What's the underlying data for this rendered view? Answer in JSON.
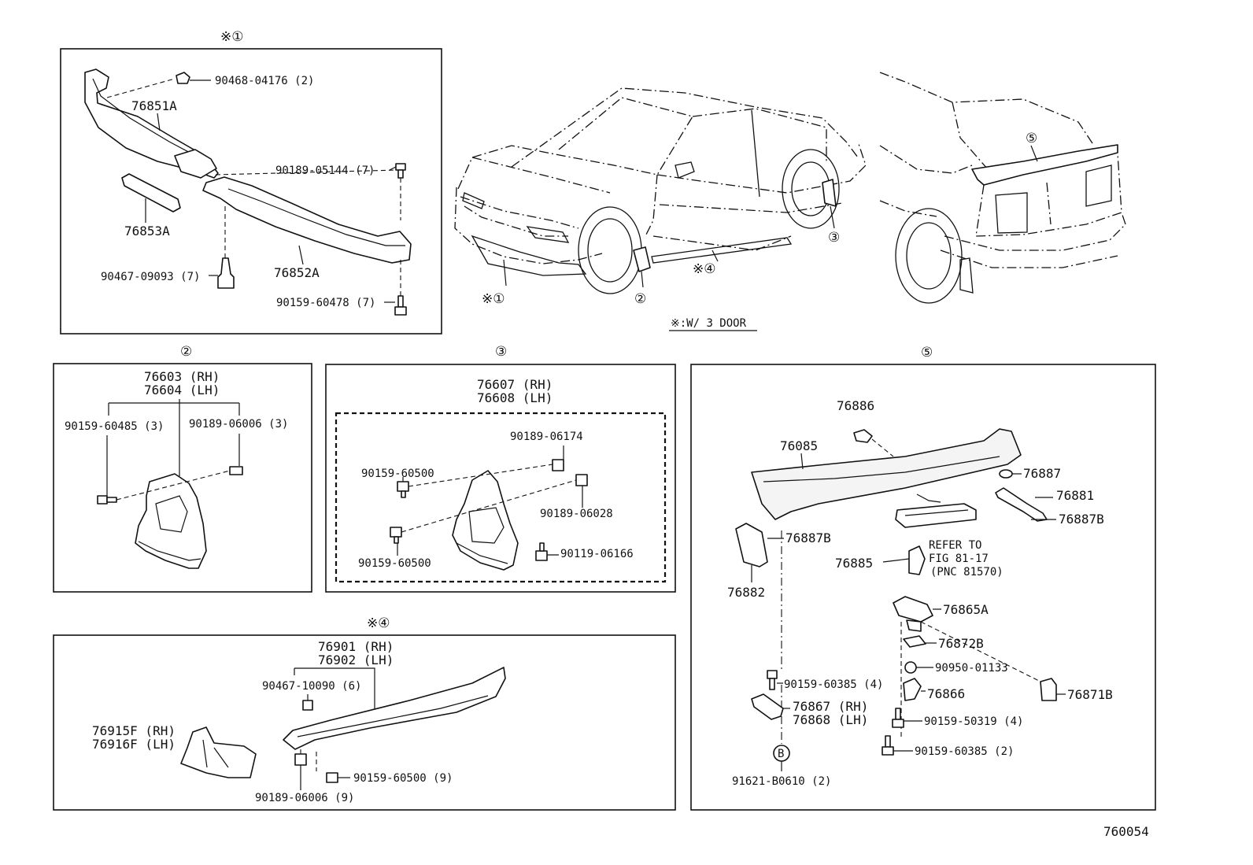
{
  "callouts": {
    "c1": "※①",
    "c2": "②",
    "c3": "③",
    "c4": "※④",
    "c5": "⑤",
    "car_c1": "※①",
    "car_c2": "②",
    "car_c3": "③",
    "car_c4": "※④",
    "car_c5": "⑤",
    "note": "※:W/ 3 DOOR"
  },
  "section1": {
    "front_spoiler_center": "76851A",
    "front_spoiler_side": "76852A",
    "front_spoiler_bracket": "76853A",
    "clip_top": "90468-04176 (2)",
    "screw_right": "90189-05144 (7)",
    "clip_left": "90467-09093 (7)",
    "screw_bottom": "90159-60478 (7)"
  },
  "section2": {
    "mudguard_rh": "76603 (RH)",
    "mudguard_lh": "76604 (LH)",
    "screw_left": "90159-60485 (3)",
    "nut_right": "90189-06006 (3)"
  },
  "section3": {
    "mudguard_rh": "76607 (RH)",
    "mudguard_lh": "76608 (LH)",
    "nut_top": "90189-06174",
    "screw_a": "90159-60500",
    "nut_mid": "90189-06028",
    "screw_b": "90159-60500",
    "bolt": "90119-06166"
  },
  "section4": {
    "rocker_rh": "76901 (RH)",
    "rocker_lh": "76902 (LH)",
    "clip": "90467-10090 (6)",
    "flap_rh": "76915F (RH)",
    "flap_lh": "76916F (LH)",
    "screw": "90159-60500 (9)",
    "nut": "90189-06006 (9)"
  },
  "section5": {
    "spoiler": "76085",
    "cap": "76886",
    "seal_small": "76887",
    "bracket_right": "76881",
    "seal_right": "76887B",
    "seal_left": "76887B",
    "bracket_left": "76882",
    "lamp_mount": "76885",
    "refer_1": "REFER TO",
    "refer_2": "FIG 81-17",
    "refer_3": "(PNC 81570)",
    "support": "76865A",
    "plate": "76872B",
    "grommet": "90950-01133",
    "stay": "76866",
    "cover": "76871B",
    "screw_a": "90159-60385 (4)",
    "support_rh": "76867 (RH)",
    "support_lh": "76868 (LH)",
    "screw_b": "90159-50319 (4)",
    "screw_c": "90159-60385 (2)",
    "b_mark": "B",
    "nut_b": "91621-B0610 (2)"
  },
  "figure_number": "760054"
}
